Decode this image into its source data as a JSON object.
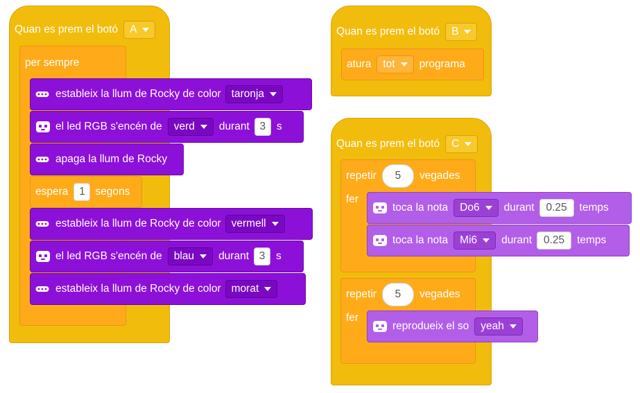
{
  "script_a": {
    "hat": {
      "label": "Quan es prem el botó",
      "button": "A"
    },
    "forever": {
      "label": "per sempre"
    },
    "blocks": [
      {
        "pre": "estableix la llum de Rocky de color",
        "value": "taronja",
        "icon": "led-strip-icon"
      },
      {
        "pre": "el led RGB s'encén de",
        "value": "verd",
        "mid": "durant",
        "num": "3",
        "post": "s",
        "icon": "robot-face-icon"
      },
      {
        "pre": "apaga la llum de Rocky",
        "icon": "led-strip-icon"
      },
      {
        "pre": "espera",
        "num": "1",
        "post": "segons"
      },
      {
        "pre": "estableix la llum de Rocky de color",
        "value": "vermell",
        "icon": "led-strip-icon"
      },
      {
        "pre": "el led RGB s'encén de",
        "value": "blau",
        "mid": "durant",
        "num": "3",
        "post": "s",
        "icon": "robot-face-icon"
      },
      {
        "pre": "estableix la llum de Rocky de color",
        "value": "morat",
        "icon": "led-strip-icon"
      }
    ]
  },
  "script_b": {
    "hat": {
      "label": "Quan es prem el botó",
      "button": "B"
    },
    "stop": {
      "pre": "atura",
      "value": "tot",
      "post": "programa"
    }
  },
  "script_c": {
    "hat": {
      "label": "Quan es prem el botó",
      "button": "C"
    },
    "repeat1": {
      "label": "repetir",
      "count": "5",
      "post": "vegades",
      "do": "fer"
    },
    "notes": [
      {
        "pre": "toca la nota",
        "note": "Do6",
        "mid": "durant",
        "dur": "0.25",
        "post": "temps"
      },
      {
        "pre": "toca la nota",
        "note": "Mi6",
        "mid": "durant",
        "dur": "0.25",
        "post": "temps"
      }
    ],
    "repeat2": {
      "label": "repetir",
      "count": "5",
      "post": "vegades",
      "do": "fer"
    },
    "sound": {
      "pre": "reprodueix el so",
      "value": "yeah"
    }
  }
}
